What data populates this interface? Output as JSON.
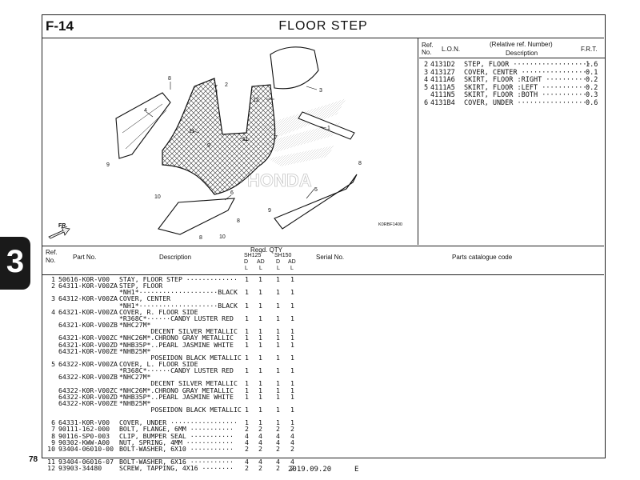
{
  "header": {
    "page_code": "F-14",
    "title": "FLOOR STEP"
  },
  "diagram": {
    "code": "K0RBF1400",
    "fr_arrow": "FR.",
    "brand": "HONDA",
    "callouts": [
      "8",
      "7",
      "2",
      "3",
      "12",
      "4",
      "11",
      "9",
      "11",
      "1",
      "7",
      "9",
      "8",
      "5",
      "6",
      "10",
      "8",
      "9",
      "8",
      "10"
    ]
  },
  "ref_table": {
    "headers": {
      "ref_no_line1": "Ref.",
      "ref_no_line2": "No.",
      "lon": "L.O.N.",
      "desc_line1": "(Relative ref. Number)",
      "desc_line2": "Description",
      "frt": "F.R.T."
    },
    "rows": [
      {
        "ref": "2",
        "lon": "4131D2",
        "desc": "STEP, FLOOR ···················",
        "frt": "1.6"
      },
      {
        "ref": "3",
        "lon": "4131Z7",
        "desc": "COVER, CENTER ·················",
        "frt": "0.1"
      },
      {
        "ref": "4",
        "lon": "4111A6",
        "desc": "SKIRT, FLOOR :RIGHT ···········",
        "frt": "0.2"
      },
      {
        "ref": "5",
        "lon": "4111A5",
        "desc": "SKIRT, FLOOR :LEFT ············",
        "frt": "0.2"
      },
      {
        "ref": "",
        "lon": "4111N5",
        "desc": "SKIRT, FLOOR :BOTH ············",
        "frt": "0.3"
      },
      {
        "ref": "6",
        "lon": "4131B4",
        "desc": "COVER, UNDER ··················",
        "frt": "0.6"
      }
    ]
  },
  "parts_table": {
    "headers": {
      "ref_line1": "Ref.",
      "ref_line2": "No.",
      "part_no": "Part No.",
      "description": "Description",
      "reqd_qty": "Reqd. QTY",
      "sh125": "SH125",
      "sh150": "SH150",
      "d": "D",
      "ad": "AD",
      "l": "L",
      "serial": "Serial No.",
      "catalogue": "Parts catalogue code"
    },
    "rows": [
      {
        "ref": "1",
        "part": "50616-K0R-V00",
        "desc": "STAY, FLOOR STEP ·············",
        "q": [
          "1",
          "1",
          "1",
          "1"
        ]
      },
      {
        "ref": "2",
        "part": "64311-K0R-V00ZA",
        "desc": "STEP, FLOOR",
        "q": [
          "",
          "",
          "",
          ""
        ]
      },
      {
        "ref": "",
        "part": "",
        "desc": "*NH1*····················BLACK",
        "q": [
          "1",
          "1",
          "1",
          "1"
        ]
      },
      {
        "ref": "3",
        "part": "64312-K0R-V00ZA",
        "desc": "COVER, CENTER",
        "q": [
          "",
          "",
          "",
          ""
        ]
      },
      {
        "ref": "",
        "part": "",
        "desc": "*NH1*····················BLACK",
        "q": [
          "1",
          "1",
          "1",
          "1"
        ]
      },
      {
        "ref": "4",
        "part": "64321-K0R-V00ZA",
        "desc": "COVER, R. FLOOR SIDE",
        "q": [
          "",
          "",
          "",
          ""
        ]
      },
      {
        "ref": "",
        "part": "",
        "desc": "*R368C*······CANDY LUSTER RED",
        "q": [
          "1",
          "1",
          "1",
          "1"
        ]
      },
      {
        "ref": "",
        "part": "64321-K0R-V00ZB",
        "desc": "*NHC27M*",
        "q": [
          "",
          "",
          "",
          ""
        ]
      },
      {
        "ref": "",
        "part": "",
        "desc": "        DECENT SILVER METALLIC",
        "q": [
          "1",
          "1",
          "1",
          "1"
        ]
      },
      {
        "ref": "",
        "part": "64321-K0R-V00ZC",
        "desc": "*NHC26M*.CHRONO GRAY METALLIC",
        "q": [
          "1",
          "1",
          "1",
          "1"
        ]
      },
      {
        "ref": "",
        "part": "64321-K0R-V00ZD",
        "desc": "*NHB35P*..PEARL JASMINE WHITE",
        "q": [
          "1",
          "1",
          "1",
          "1"
        ]
      },
      {
        "ref": "",
        "part": "64321-K0R-V00ZE",
        "desc": "*NHB25M*",
        "q": [
          "",
          "",
          "",
          ""
        ]
      },
      {
        "ref": "",
        "part": "",
        "desc": "        POSEIDON BLACK METALLIC",
        "q": [
          "1",
          "1",
          "1",
          "1"
        ]
      },
      {
        "ref": "5",
        "part": "64322-K0R-V00ZA",
        "desc": "COVER, L. FLOOR SIDE",
        "q": [
          "",
          "",
          "",
          ""
        ]
      },
      {
        "ref": "",
        "part": "",
        "desc": "*R368C*······CANDY LUSTER RED",
        "q": [
          "1",
          "1",
          "1",
          "1"
        ]
      },
      {
        "ref": "",
        "part": "64322-K0R-V00ZB",
        "desc": "*NHC27M*",
        "q": [
          "",
          "",
          "",
          ""
        ]
      },
      {
        "ref": "",
        "part": "",
        "desc": "        DECENT SILVER METALLIC",
        "q": [
          "1",
          "1",
          "1",
          "1"
        ]
      },
      {
        "ref": "",
        "part": "64322-K0R-V00ZC",
        "desc": "*NHC26M*.CHRONO GRAY METALLIC",
        "q": [
          "1",
          "1",
          "1",
          "1"
        ]
      },
      {
        "ref": "",
        "part": "64322-K0R-V00ZD",
        "desc": "*NHB35P*..PEARL JASMINE WHITE",
        "q": [
          "1",
          "1",
          "1",
          "1"
        ]
      },
      {
        "ref": "",
        "part": "64322-K0R-V00ZE",
        "desc": "*NHB25M*",
        "q": [
          "",
          "",
          "",
          ""
        ]
      },
      {
        "ref": "",
        "part": "",
        "desc": "        POSEIDON BLACK METALLIC",
        "q": [
          "1",
          "1",
          "1",
          "1"
        ]
      },
      {
        "ref": "",
        "part": "",
        "desc": "",
        "q": [
          "",
          "",
          "",
          ""
        ]
      },
      {
        "ref": "6",
        "part": "64331-K0R-V00",
        "desc": "COVER, UNDER ·················",
        "q": [
          "1",
          "1",
          "1",
          "1"
        ]
      },
      {
        "ref": "7",
        "part": "90111-162-000",
        "desc": "BOLT, FLANGE, 6MM ···········",
        "q": [
          "2",
          "2",
          "2",
          "2"
        ]
      },
      {
        "ref": "8",
        "part": "90116-SP0-003",
        "desc": "CLIP, BUMPER SEAL ···········",
        "q": [
          "4",
          "4",
          "4",
          "4"
        ]
      },
      {
        "ref": "9",
        "part": "90302-KWW-A00",
        "desc": "NUT, SPRING, 4MM ············",
        "q": [
          "4",
          "4",
          "4",
          "4"
        ]
      },
      {
        "ref": "10",
        "part": "93404-06010-00",
        "desc": "BOLT-WASHER, 6X10 ···········",
        "q": [
          "2",
          "2",
          "2",
          "2"
        ]
      },
      {
        "ref": "",
        "part": "",
        "desc": "",
        "q": [
          "",
          "",
          "",
          ""
        ]
      },
      {
        "ref": "11",
        "part": "93404-06016-07",
        "desc": "BOLT-WASHER, 6X16 ···········",
        "q": [
          "4",
          "4",
          "4",
          "4"
        ]
      },
      {
        "ref": "12",
        "part": "93903-34480",
        "desc": "SCREW, TAPPING, 4X16 ········",
        "q": [
          "2",
          "2",
          "2",
          "2"
        ]
      }
    ]
  },
  "footer": {
    "page_number": "78",
    "date": "2019.09.20",
    "letter": "E",
    "section_tab": "3"
  }
}
